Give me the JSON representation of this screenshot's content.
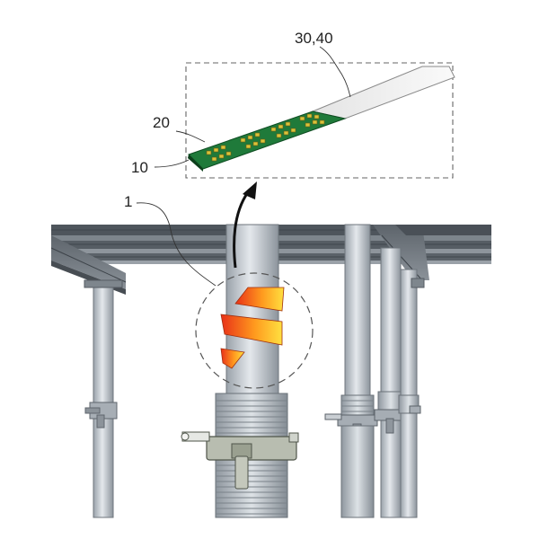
{
  "labels": {
    "sensor_assembly": "30,40",
    "circuit": "20",
    "substrate": "10",
    "support_post": "1"
  },
  "colors": {
    "pcb_green": "#1f7a3a",
    "pcb_pad": "#d9c23a",
    "sensor_white": "#f2f2f2",
    "marker_orange": "#ffb020",
    "marker_red": "#e83018",
    "steel_light": "#d4d9de",
    "steel_mid": "#aab1b8",
    "steel_dark": "#6f767d"
  },
  "icons": {
    "transfer_arrow": "curved-up-arrow-icon"
  }
}
